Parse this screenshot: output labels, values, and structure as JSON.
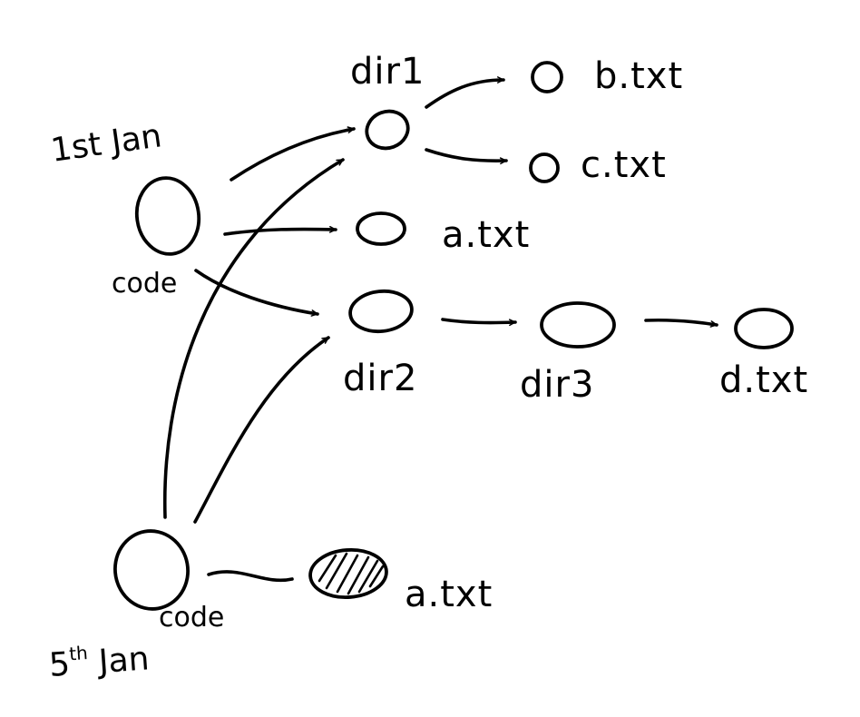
{
  "snapshots": {
    "first": {
      "label": "1st Jan"
    },
    "second": {
      "label_pre": "5",
      "label_sup": "th",
      "label_post": " Jan"
    }
  },
  "nodes": {
    "code_1": {
      "label": "code"
    },
    "dir1": {
      "label": "dir1"
    },
    "b_txt": {
      "label": "b.txt"
    },
    "c_txt": {
      "label": "c.txt"
    },
    "a_txt_old": {
      "label": "a.txt"
    },
    "dir2": {
      "label": "dir2"
    },
    "dir3": {
      "label": "dir3"
    },
    "d_txt": {
      "label": "d.txt"
    },
    "code_2": {
      "label": "code"
    },
    "a_txt_new": {
      "label": "a.txt",
      "modified": true
    }
  },
  "colors": {
    "ink": "#000000",
    "background": "#ffffff"
  }
}
